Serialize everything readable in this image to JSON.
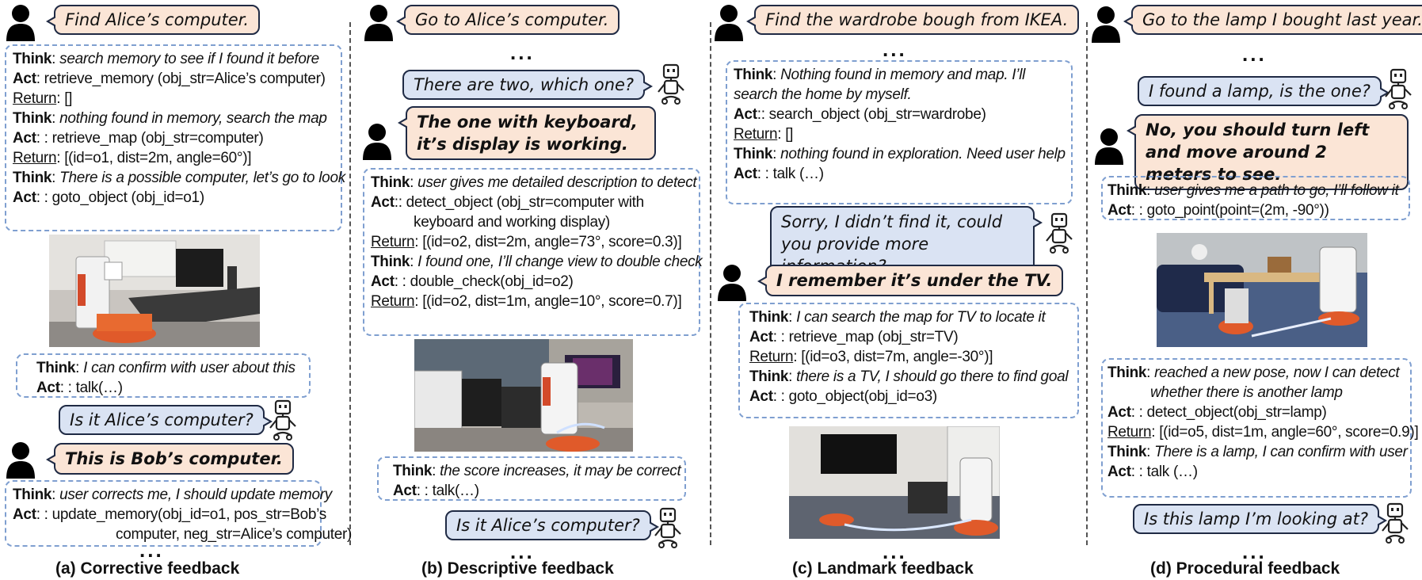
{
  "labels": {
    "think": "Think",
    "act": "Act",
    "return": "Return",
    "ellipsis": "..."
  },
  "colors": {
    "user_bubble": "#fbe5d6",
    "robot_bubble": "#dae3f3",
    "outline": "#1f2a44",
    "dashed_box": "#7f9fd0"
  },
  "icons": [
    "user-icon",
    "robot-icon"
  ],
  "panels": [
    {
      "caption": "(a) Corrective feedback",
      "user1": "Find Alice’s computer.",
      "box1": {
        "think1": "search memory to see if I found it before",
        "act1": ": retrieve_memory (obj_str=Alice’s computer)",
        "ret1": ": []",
        "think2": "nothing found in memory, search the map",
        "act2": ": : retrieve_map (obj_str=computer)",
        "ret2": ": [(id=o1, dist=2m, angle=60°)]",
        "think3": "There is a possible computer, let’s go to look",
        "act3": ": : goto_object (obj_id=o1)"
      },
      "box2": {
        "think": "I can confirm with user about this",
        "act": ": : talk(…)"
      },
      "robot1": "Is it Alice’s computer?",
      "user2": "This is Bob’s computer.",
      "box3": {
        "think": "user corrects me, I should update memory",
        "act_a": ": : update_memory(obj_id=o1, pos_str=Bob’s",
        "act_b": "computer, neg_str=Alice’s computer)"
      }
    },
    {
      "caption": "(b) Descriptive feedback",
      "user1": "Go to Alice’s computer.",
      "robot1": "There are two, which one?",
      "user2": "The one with keyboard, it’s display is working.",
      "box1": {
        "think1": "user gives me detailed description to detect",
        "act1_a": ":: detect_object (obj_str=computer with",
        "act1_b": "keyboard and working display)",
        "ret1": ": [(id=o2, dist=2m, angle=73°, score=0.3)]",
        "think2": "I found one, I’ll change view to double check",
        "act2": ": : double_check(obj_id=o2)",
        "ret2": ": [(id=o2, dist=1m, angle=10°, score=0.7)]"
      },
      "box2": {
        "think": "the score increases, it may be correct",
        "act": ": : talk(…)"
      },
      "robot2": "Is it Alice’s computer?"
    },
    {
      "caption": "(c) Landmark feedback",
      "user1": "Find the wardrobe bough from IKEA.",
      "box1": {
        "think1_a": "Nothing found in memory and map. I’ll",
        "think1_b": "search the home by myself.",
        "act1": ":: search_object (obj_str=wardrobe)",
        "ret1": ": []",
        "think2": "nothing found in exploration. Need user help",
        "act2": ": : talk (…)"
      },
      "robot1": "Sorry, I didn’t find it, could you provide more information?",
      "user2": "I remember it’s under the TV.",
      "box2": {
        "think1": "I can search the map for TV  to locate it",
        "act1": ": : retrieve_map (obj_str=TV)",
        "ret1": ": [(id=o3, dist=7m, angle=-30°)]",
        "think2": "there is a TV, I should go there to find goal",
        "act2": ": : goto_object(obj_id=o3)"
      }
    },
    {
      "caption": "(d) Procedural feedback",
      "user1": "Go to the lamp I bought last year.",
      "robot1": "I found a lamp, is the one?",
      "user2": "No, you should turn left and move around 2 meters to see.",
      "box1": {
        "think": "user gives me a path to go, I’ll follow it",
        "act": ": : goto_point(point=(2m, -90°))"
      },
      "box2": {
        "think1_a": "reached a new pose, now I can detect",
        "think1_b": "whether there is another lamp",
        "act1": ": : detect_object(obj_str=lamp)",
        "ret1": ": [(id=o5, dist=1m,  angle=60°, score=0.9)]",
        "think2": "There is a lamp, I can confirm with user",
        "act2": ": : talk (…)"
      },
      "robot2": "Is this lamp I’m looking at?"
    }
  ]
}
